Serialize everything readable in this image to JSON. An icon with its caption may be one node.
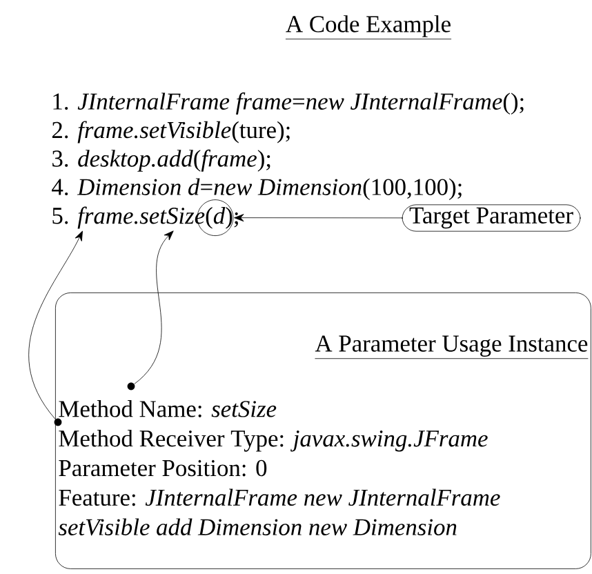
{
  "diagram": {
    "title": "A Code Example",
    "nodes": [
      {
        "text": [
          "5. *frame.setSize*(*d*);"
        ]
      },
      {
        "text": [],
        "shape": "circle"
      },
      {
        "text": [
          "Target Parameter"
        ]
      },
      {
        "text": [
          "A Parameter Usage Instance",
          "Method Name: *setSize*",
          "Method Receiver Type: *javax.swing.JFrame*",
          "Parameter Position: 0",
          "Feature: *JInternalFrame new JInternalFrame setVisible add Dimension new Dimension*"
        ]
      },
      {
        "text": [],
        "shape": "circle",
        "in": 3
      },
      {
        "text": [],
        "shape": "circle",
        "in": 3
      }
    ],
    "edges": [
      {
        "from": 2,
        "to": 1,
        "arrow": "to"
      },
      {
        "from": 4,
        "to": 0,
        "arrow": "to"
      },
      {
        "from": 5,
        "to": 0,
        "arrow": "to"
      }
    ],
    "labels": [
      "1. *JInternalFrame frame*=*new JInternalFrame*();",
      "2. *frame.setVisible*(ture);",
      "3. *desktop.add*(*frame*);",
      "4. *Dimension d*=*new Dimension*(100,100);"
    ]
  }
}
